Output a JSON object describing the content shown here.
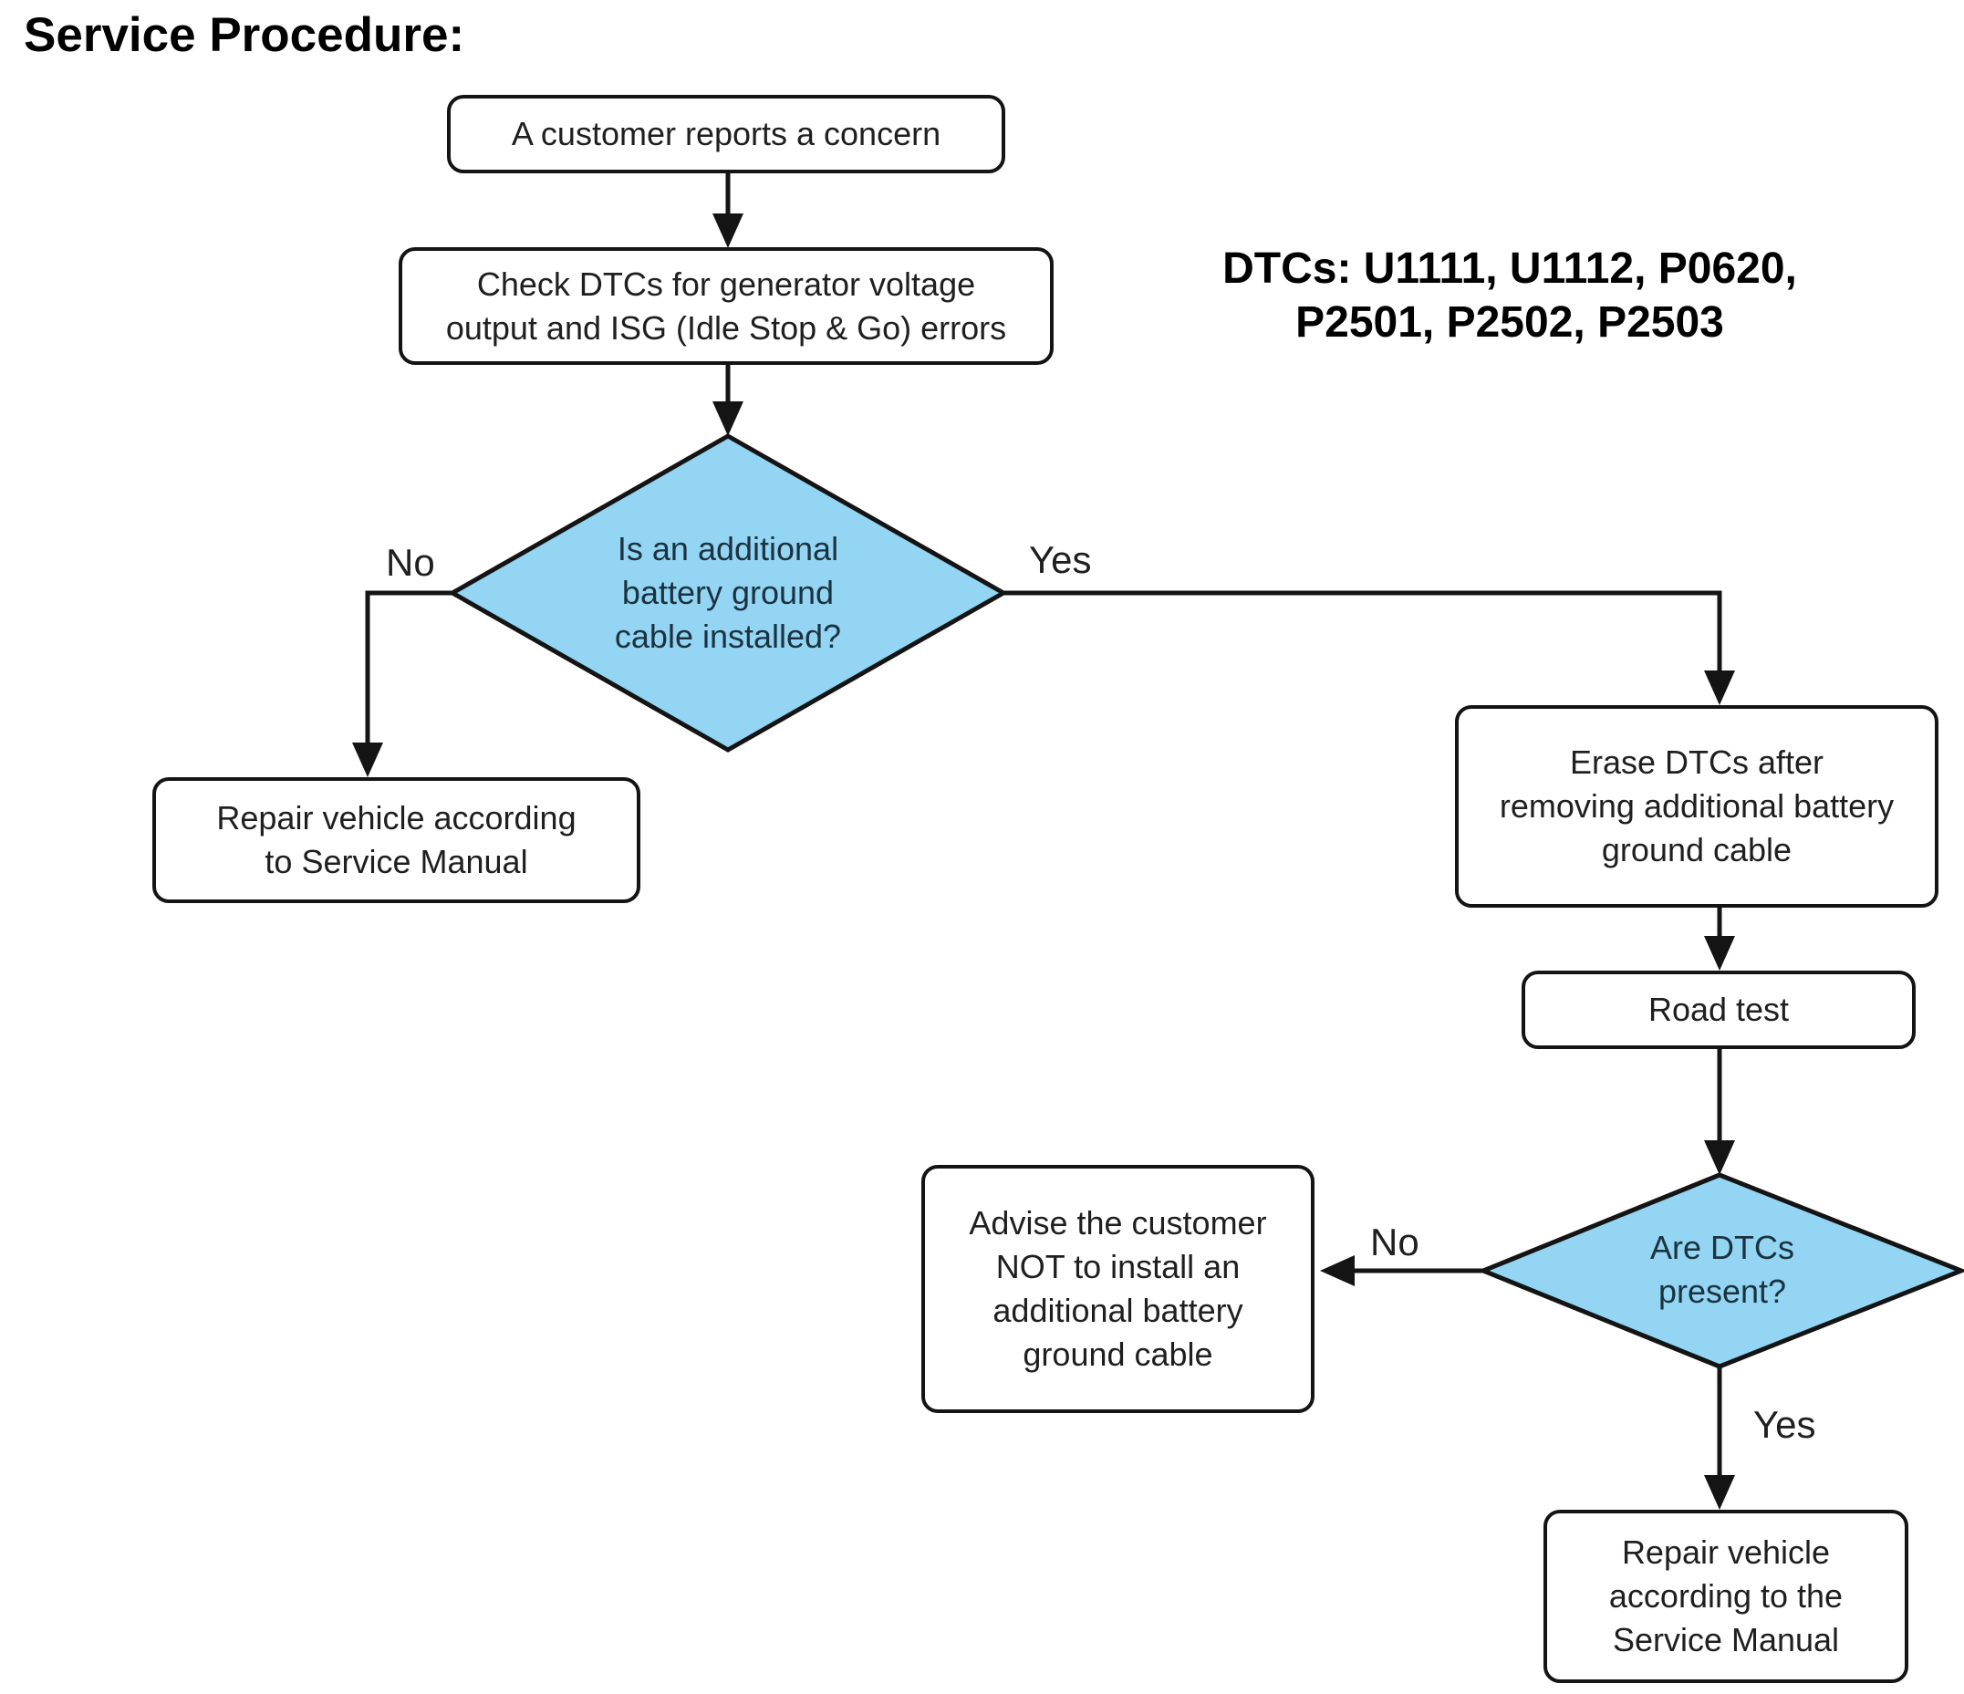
{
  "title": "Service Procedure:",
  "dtc_note": {
    "line1": "DTCs: U1111, U1112, P0620,",
    "line2": "P2501, P2502, P2503"
  },
  "flowchart": {
    "nodes": {
      "customer_concern": {
        "lines": [
          "A customer reports a concern"
        ]
      },
      "check_dtcs": {
        "lines": [
          "Check DTCs for generator voltage",
          "output and ISG (Idle Stop & Go) errors"
        ]
      },
      "decision_cable_installed": {
        "lines": [
          "Is an additional",
          "battery ground",
          "cable installed?"
        ]
      },
      "repair_vehicle": {
        "lines": [
          "Repair vehicle according",
          "to Service Manual"
        ]
      },
      "erase_dtcs": {
        "lines": [
          "Erase DTCs after",
          "removing additional battery",
          "ground cable"
        ]
      },
      "road_test": {
        "lines": [
          "Road test"
        ]
      },
      "decision_dtcs_present": {
        "lines": [
          "Are DTCs",
          "present?"
        ]
      },
      "advise_customer": {
        "lines": [
          "Advise the customer",
          "NOT to install an",
          "additional battery",
          "ground cable"
        ]
      },
      "repair_vehicle_final": {
        "lines": [
          "Repair vehicle",
          "according to the",
          "Service Manual"
        ]
      }
    },
    "edge_labels": {
      "cable_no": "No",
      "cable_yes": "Yes",
      "dtcs_no": "No",
      "dtcs_yes": "Yes"
    }
  },
  "colors": {
    "decision_fill": "#93d5f2",
    "line_color": "#141414",
    "text_color": "#1f1f1f",
    "decision_text": "#1b3240"
  }
}
